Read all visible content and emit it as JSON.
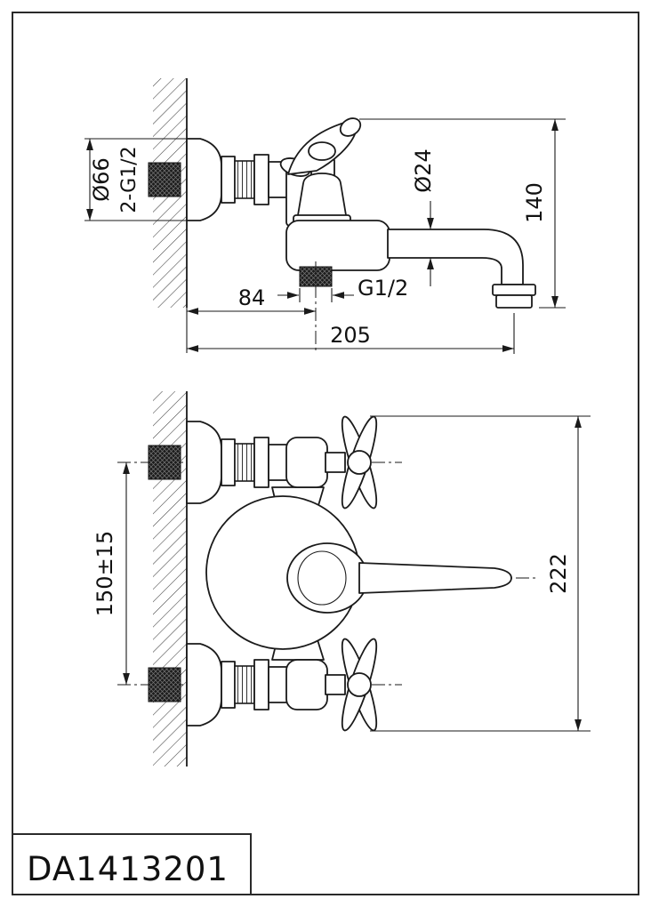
{
  "page": {
    "background_color": "#ffffff",
    "line_color": "#1a1a1a"
  },
  "title_block": {
    "model_number": "DA1413201"
  },
  "side_view": {
    "dim_flange_diameter": "Ø66",
    "dim_wall_connection_thread": "2-G1/2",
    "dim_spout_diameter": "Ø24",
    "dim_height_to_spout": "140",
    "dim_wall_to_outlet": "84",
    "dim_outlet_thread": "G1/2",
    "dim_total_reach": "205"
  },
  "front_view": {
    "dim_inlet_spacing": "150±15",
    "dim_overall_height": "222"
  }
}
